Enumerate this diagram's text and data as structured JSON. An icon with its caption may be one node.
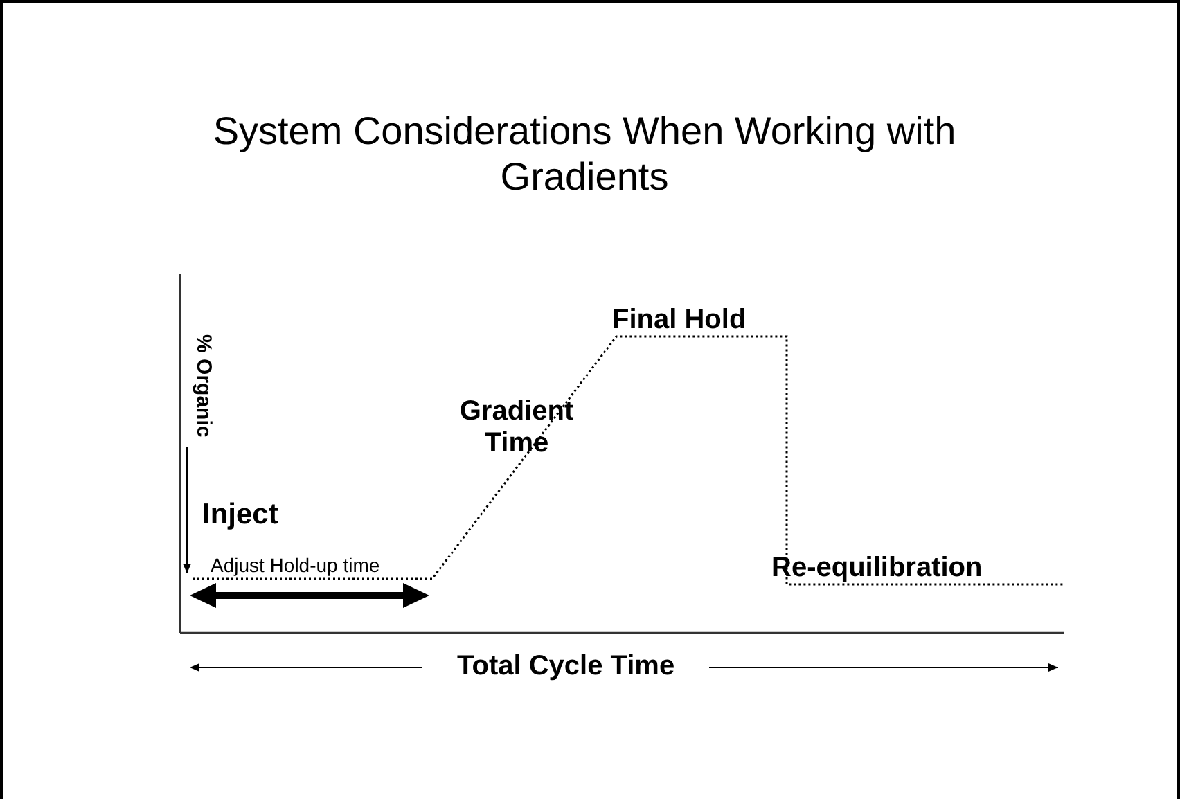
{
  "diagram": {
    "title": "System Considerations When Working with Gradients",
    "labels": [
      "% Organic",
      "Final Hold",
      "Gradient Time",
      "Inject",
      "Adjust Hold-up time",
      "Re-equilibration",
      "Total Cycle Time"
    ]
  }
}
